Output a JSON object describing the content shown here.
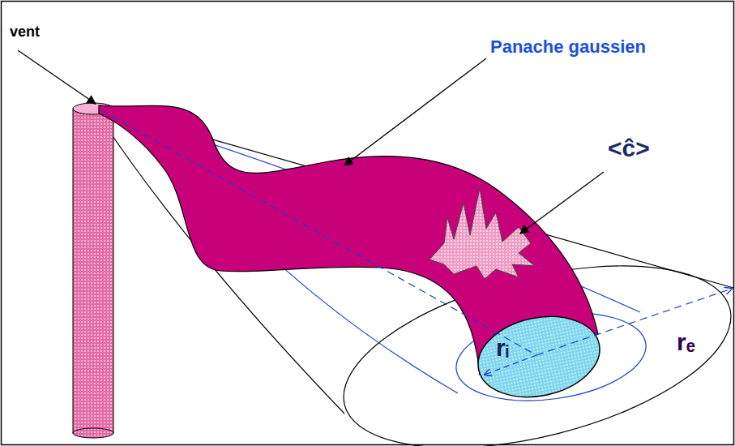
{
  "diagram": {
    "labels": [
      "vent",
      "Panache gaussien",
      "<ĉ>",
      "rᵢ",
      "rₑ"
    ]
  }
}
